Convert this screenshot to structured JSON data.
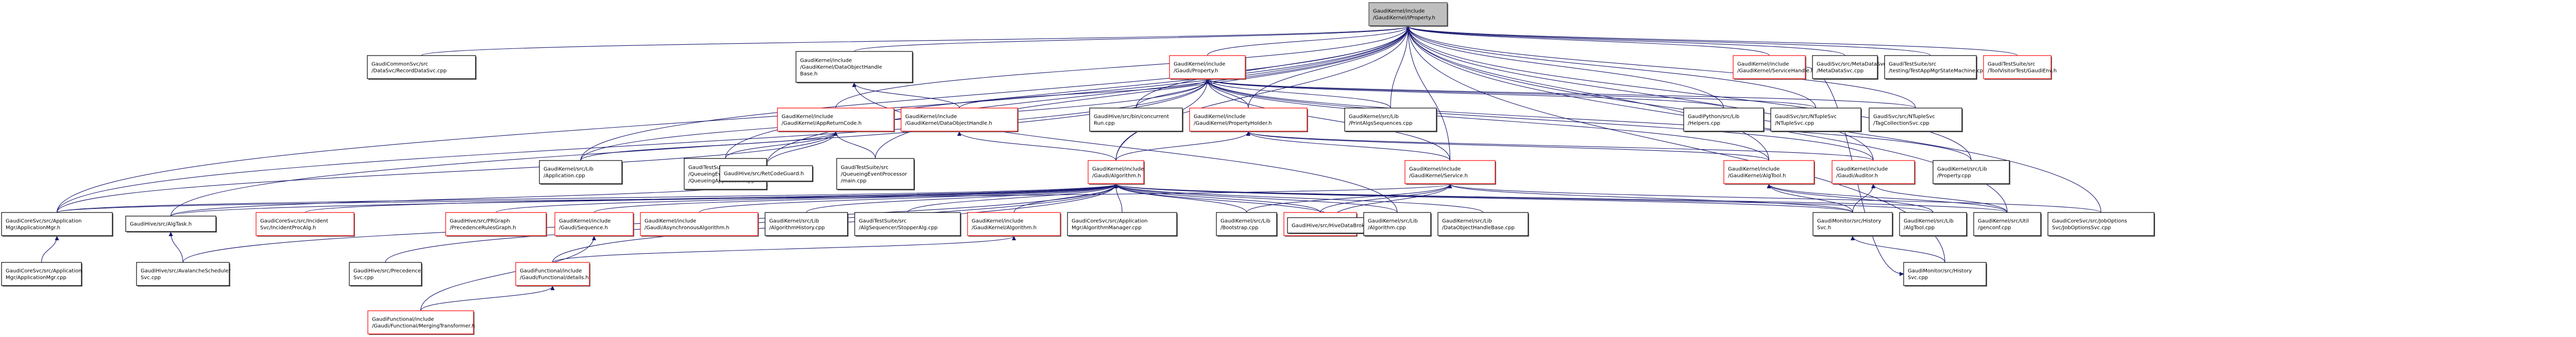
{
  "title": "GaudiKernel/include/GaudiKernel/IProperty.h include dependency graph",
  "colors": {
    "edge": "#191970",
    "root_fill": "#bfbfbf",
    "highlight_border": "#ff0000",
    "normal_border": "#000000"
  },
  "nodes": [
    {
      "id": "root",
      "lines": [
        "GaudiKernel/include",
        "/GaudiKernel/IProperty.h"
      ],
      "kind": "root"
    },
    {
      "id": "recorddatasvc",
      "lines": [
        "GaudiCommonSvc/src",
        "/DataSvc/RecordDataSvc.cpp"
      ],
      "kind": "normal"
    },
    {
      "id": "dohbase",
      "lines": [
        "GaudiKernel/include",
        "/GaudiKernel/DataObjectHandle",
        "Base.h"
      ],
      "kind": "normal"
    },
    {
      "id": "gproperty",
      "lines": [
        "GaudiKernel/include",
        "/Gaudi/Property.h"
      ],
      "kind": "red"
    },
    {
      "id": "servicehandle",
      "lines": [
        "GaudiKernel/include",
        "/GaudiKernel/ServiceHandle.h"
      ],
      "kind": "red"
    },
    {
      "id": "metadatasvc",
      "lines": [
        "GaudiSvc/src/MetaDataSvc",
        "/MetaDataSvc.cpp"
      ],
      "kind": "normal"
    },
    {
      "id": "testappmgr",
      "lines": [
        "GaudiTestSuite/src",
        "/testing/TestAppMgrStateMachine.cpp"
      ],
      "kind": "normal"
    },
    {
      "id": "gaudienv",
      "lines": [
        "GaudiTestSuite/src",
        "/ToolVisitorTest/GaudiEnv.h"
      ],
      "kind": "red"
    },
    {
      "id": "appreturncode",
      "lines": [
        "GaudiKernel/include",
        "/GaudiKernel/AppReturnCode.h"
      ],
      "kind": "red"
    },
    {
      "id": "dataobjecthandle",
      "lines": [
        "GaudiKernel/include",
        "/GaudiKernel/DataObjectHandle.h"
      ],
      "kind": "red"
    },
    {
      "id": "concurrentrun",
      "lines": [
        "GaudiHive/src/bin/concurrent",
        "Run.cpp"
      ],
      "kind": "normal"
    },
    {
      "id": "propertyholder",
      "lines": [
        "GaudiKernel/include",
        "/GaudiKernel/PropertyHolder.h"
      ],
      "kind": "red"
    },
    {
      "id": "printalgs",
      "lines": [
        "GaudiKernel/src/Lib",
        "/PrintAlgsSequences.cpp"
      ],
      "kind": "normal"
    },
    {
      "id": "helpers",
      "lines": [
        "GaudiPython/src/Lib",
        "/Helpers.cpp"
      ],
      "kind": "normal"
    },
    {
      "id": "ntuplesvc",
      "lines": [
        "GaudiSvc/src/NTupleSvc",
        "/NTupleSvc.cpp"
      ],
      "kind": "normal"
    },
    {
      "id": "tagcoll",
      "lines": [
        "GaudiSvc/src/NTupleSvc",
        "/TagCollectionSvc.cpp"
      ],
      "kind": "normal"
    },
    {
      "id": "application",
      "lines": [
        "GaudiKernel/src/Lib",
        "/Application.cpp"
      ],
      "kind": "normal"
    },
    {
      "id": "queueingapp",
      "lines": [
        "GaudiTestSuite/src",
        "/QueueingEventProcessor",
        "/QueueingApplication.cpp"
      ],
      "kind": "normal"
    },
    {
      "id": "retcodeguard",
      "lines": [
        "GaudiHive/src/RetCodeGuard.h"
      ],
      "kind": "normal"
    },
    {
      "id": "queueingmain",
      "lines": [
        "GaudiTestSuite/src",
        "/QueueingEventProcessor",
        "/main.cpp"
      ],
      "kind": "normal"
    },
    {
      "id": "galgorithm",
      "lines": [
        "GaudiKernel/include",
        "/Gaudi/Algorithm.h"
      ],
      "kind": "red"
    },
    {
      "id": "service",
      "lines": [
        "GaudiKernel/include",
        "/GaudiKernel/Service.h"
      ],
      "kind": "red"
    },
    {
      "id": "algtool",
      "lines": [
        "GaudiKernel/include",
        "/GaudiKernel/AlgTool.h"
      ],
      "kind": "red"
    },
    {
      "id": "auditor",
      "lines": [
        "GaudiKernel/include",
        "/Gaudi/Auditor.h"
      ],
      "kind": "red"
    },
    {
      "id": "propertycpp",
      "lines": [
        "GaudiKernel/src/Lib",
        "/Property.cpp"
      ],
      "kind": "normal"
    },
    {
      "id": "appmgrh",
      "lines": [
        "GaudiCoreSvc/src/Application",
        "Mgr/ApplicationMgr.h"
      ],
      "kind": "normal"
    },
    {
      "id": "algtask",
      "lines": [
        "GaudiHive/src/AlgTask.h"
      ],
      "kind": "normal"
    },
    {
      "id": "incidentproc",
      "lines": [
        "GaudiCoreSvc/src/Incident",
        "Svc/IncidentProcAlg.h"
      ],
      "kind": "red"
    },
    {
      "id": "prgraph",
      "lines": [
        "GaudiHive/src/PRGraph",
        "/PrecedenceRulesGraph.h"
      ],
      "kind": "red"
    },
    {
      "id": "sequence",
      "lines": [
        "GaudiKernel/include",
        "/Gaudi/Sequence.h"
      ],
      "kind": "red"
    },
    {
      "id": "asyncalg",
      "lines": [
        "GaudiKernel/include",
        "/Gaudi/AsynchronousAlgorithm.h"
      ],
      "kind": "red"
    },
    {
      "id": "alghistory",
      "lines": [
        "GaudiKernel/src/Lib",
        "/AlgorithmHistory.cpp"
      ],
      "kind": "normal"
    },
    {
      "id": "stopperalg",
      "lines": [
        "GaudiTestSuite/src",
        "/AlgSequencer/StopperAlg.cpp"
      ],
      "kind": "normal"
    },
    {
      "id": "gkalgorithm",
      "lines": [
        "GaudiKernel/include",
        "/GaudiKernel/Algorithm.h"
      ],
      "kind": "red"
    },
    {
      "id": "algmanager",
      "lines": [
        "GaudiCoreSvc/src/Application",
        "Mgr/AlgorithmManager.cpp"
      ],
      "kind": "normal"
    },
    {
      "id": "bootstrap",
      "lines": [
        "GaudiKernel/src/Lib",
        "/Bootstrap.cpp"
      ],
      "kind": "normal"
    },
    {
      "id": "algresourcepool",
      "lines": [
        "GaudiHive/src/AlgResource",
        "Pool.h"
      ],
      "kind": "red"
    },
    {
      "id": "hivedatabroker",
      "lines": [
        "GaudiHive/src/HiveDataBroker.cpp"
      ],
      "kind": "normal"
    },
    {
      "id": "algorithmcpp",
      "lines": [
        "GaudiKernel/src/Lib",
        "/Algorithm.cpp"
      ],
      "kind": "normal"
    },
    {
      "id": "dohbasecpp",
      "lines": [
        "GaudiKernel/src/Lib",
        "/DataObjectHandleBase.cpp"
      ],
      "kind": "normal"
    },
    {
      "id": "historysvch",
      "lines": [
        "GaudiMonitor/src/History",
        "Svc.h"
      ],
      "kind": "normal"
    },
    {
      "id": "algtoolcpp",
      "lines": [
        "GaudiKernel/src/Lib",
        "/AlgTool.cpp"
      ],
      "kind": "normal"
    },
    {
      "id": "genconf",
      "lines": [
        "GaudiKernel/src/Util",
        "/genconf.cpp"
      ],
      "kind": "normal"
    },
    {
      "id": "joboptions",
      "lines": [
        "GaudiCoreSvc/src/JobOptions",
        "Svc/JobOptionsSvc.cpp"
      ],
      "kind": "normal"
    },
    {
      "id": "appmgrcpp",
      "lines": [
        "GaudiCoreSvc/src/Application",
        "Mgr/ApplicationMgr.cpp"
      ],
      "kind": "normal"
    },
    {
      "id": "avalanche",
      "lines": [
        "GaudiHive/src/AvalancheScheduler",
        "Svc.cpp"
      ],
      "kind": "normal"
    },
    {
      "id": "precedencesvc",
      "lines": [
        "GaudiHive/src/Precedence",
        "Svc.cpp"
      ],
      "kind": "normal"
    },
    {
      "id": "fdetails",
      "lines": [
        "GaudiFunctional/include",
        "/Gaudi/Functional/details.h"
      ],
      "kind": "red"
    },
    {
      "id": "mergingtransformer",
      "lines": [
        "GaudiFunctional/include",
        "/Gaudi/Functional/MergingTransformer.h"
      ],
      "kind": "red"
    },
    {
      "id": "historysvccpp",
      "lines": [
        "GaudiMonitor/src/History",
        "Svc.cpp"
      ],
      "kind": "normal"
    }
  ],
  "edges": [
    [
      "recorddatasvc",
      "root"
    ],
    [
      "dohbase",
      "root"
    ],
    [
      "gproperty",
      "root"
    ],
    [
      "servicehandle",
      "root"
    ],
    [
      "metadatasvc",
      "root"
    ],
    [
      "testappmgr",
      "root"
    ],
    [
      "gaudienv",
      "root"
    ],
    [
      "appreturncode",
      "root"
    ],
    [
      "concurrentrun",
      "root"
    ],
    [
      "propertyholder",
      "root"
    ],
    [
      "printalgs",
      "root"
    ],
    [
      "helpers",
      "root"
    ],
    [
      "ntuplesvc",
      "root"
    ],
    [
      "tagcoll",
      "root"
    ],
    [
      "application",
      "root"
    ],
    [
      "queueingapp",
      "root"
    ],
    [
      "retcodeguard",
      "root"
    ],
    [
      "queueingmain",
      "root"
    ],
    [
      "galgorithm",
      "root"
    ],
    [
      "service",
      "root"
    ],
    [
      "algtool",
      "root"
    ],
    [
      "auditor",
      "root"
    ],
    [
      "propertycpp",
      "root"
    ],
    [
      "appmgrh",
      "root"
    ],
    [
      "joboptions",
      "root"
    ],
    [
      "genconf",
      "root"
    ],
    [
      "historysvccpp",
      "root"
    ],
    [
      "dataobjecthandle",
      "dohbase"
    ],
    [
      "algorithmcpp",
      "dohbase"
    ],
    [
      "concurrentrun",
      "gproperty"
    ],
    [
      "propertyholder",
      "gproperty"
    ],
    [
      "printalgs",
      "gproperty"
    ],
    [
      "helpers",
      "gproperty"
    ],
    [
      "ntuplesvc",
      "gproperty"
    ],
    [
      "tagcoll",
      "gproperty"
    ],
    [
      "application",
      "gproperty"
    ],
    [
      "galgorithm",
      "gproperty"
    ],
    [
      "service",
      "gproperty"
    ],
    [
      "algtool",
      "gproperty"
    ],
    [
      "auditor",
      "gproperty"
    ],
    [
      "propertycpp",
      "gproperty"
    ],
    [
      "appmgrh",
      "gproperty"
    ],
    [
      "algtask",
      "gproperty"
    ],
    [
      "dataobjecthandle",
      "gproperty"
    ],
    [
      "application",
      "appreturncode"
    ],
    [
      "queueingapp",
      "appreturncode"
    ],
    [
      "retcodeguard",
      "appreturncode"
    ],
    [
      "queueingmain",
      "appreturncode"
    ],
    [
      "appmgrh",
      "appreturncode"
    ],
    [
      "galgorithm",
      "dataobjecthandle"
    ],
    [
      "service",
      "propertyholder"
    ],
    [
      "algtool",
      "propertyholder"
    ],
    [
      "auditor",
      "propertyholder"
    ],
    [
      "galgorithm",
      "propertyholder"
    ],
    [
      "algtask",
      "retcodeguard"
    ],
    [
      "appmgrh",
      "galgorithm"
    ],
    [
      "algtask",
      "galgorithm"
    ],
    [
      "incidentproc",
      "galgorithm"
    ],
    [
      "prgraph",
      "galgorithm"
    ],
    [
      "sequence",
      "galgorithm"
    ],
    [
      "asyncalg",
      "galgorithm"
    ],
    [
      "alghistory",
      "galgorithm"
    ],
    [
      "stopperalg",
      "galgorithm"
    ],
    [
      "gkalgorithm",
      "galgorithm"
    ],
    [
      "algmanager",
      "galgorithm"
    ],
    [
      "bootstrap",
      "galgorithm"
    ],
    [
      "algresourcepool",
      "galgorithm"
    ],
    [
      "hivedatabroker",
      "galgorithm"
    ],
    [
      "algorithmcpp",
      "galgorithm"
    ],
    [
      "dohbasecpp",
      "galgorithm"
    ],
    [
      "historysvch",
      "galgorithm"
    ],
    [
      "algtoolcpp",
      "galgorithm"
    ],
    [
      "genconf",
      "galgorithm"
    ],
    [
      "fdetails",
      "galgorithm"
    ],
    [
      "avalanche",
      "galgorithm"
    ],
    [
      "precedencesvc",
      "galgorithm"
    ],
    [
      "appmgrh",
      "service"
    ],
    [
      "bootstrap",
      "service"
    ],
    [
      "algresourcepool",
      "service"
    ],
    [
      "hivedatabroker",
      "service"
    ],
    [
      "historysvch",
      "service"
    ],
    [
      "joboptions",
      "service"
    ],
    [
      "algtoolcpp",
      "algtool"
    ],
    [
      "genconf",
      "algtool"
    ],
    [
      "historysvch",
      "algtool"
    ],
    [
      "genconf",
      "auditor"
    ],
    [
      "historysvch",
      "auditor"
    ],
    [
      "appmgrcpp",
      "appmgrh"
    ],
    [
      "avalanche",
      "algtask"
    ],
    [
      "mergingtransformer",
      "sequence"
    ],
    [
      "fdetails",
      "gkalgorithm"
    ],
    [
      "mergingtransformer",
      "fdetails"
    ],
    [
      "historysvccpp",
      "historysvch"
    ],
    [
      "servicehandle",
      "historysvccpp"
    ]
  ]
}
